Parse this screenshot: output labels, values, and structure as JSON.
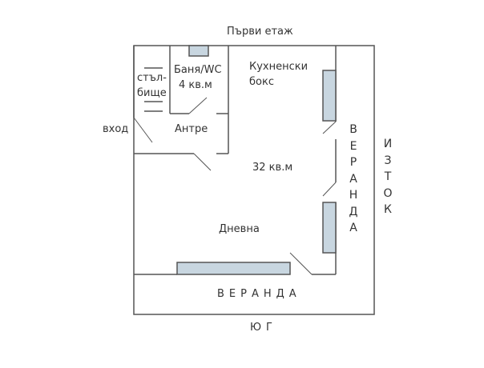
{
  "title": "Първи етаж",
  "rooms": {
    "stairs_line1": "стъл-",
    "stairs_line2": "бище",
    "bath": "Баня/WC",
    "bath_area": "4 кв.м",
    "kitchen_line1": "Кухненски",
    "kitchen_line2": "бокс",
    "hall": "Антре",
    "entrance": "вход",
    "main_area": "32 кв.м",
    "living": "Дневна"
  },
  "verandas": {
    "east": "ВЕРАНДА",
    "south": "ВЕРАНДА"
  },
  "directions": {
    "east": "ИЗТОК",
    "south": "ЮГ"
  },
  "colors": {
    "wall": "#555555",
    "window": "#c8d6e0"
  }
}
